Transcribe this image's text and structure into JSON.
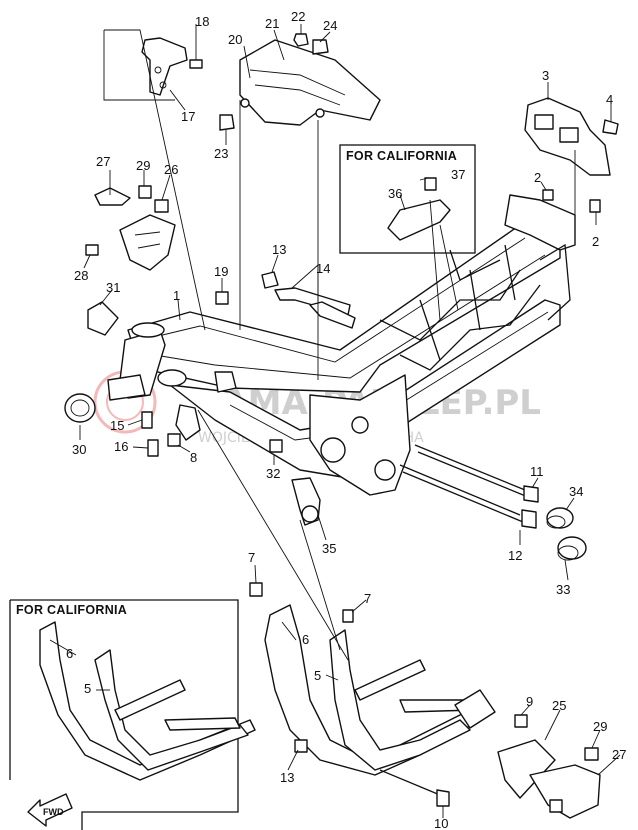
{
  "callouts": {
    "c1": "1",
    "c2a": "2",
    "c2b": "2",
    "c3": "3",
    "c4": "4",
    "c5a": "5",
    "c5b": "5",
    "c6a": "6",
    "c6b": "6",
    "c7a": "7",
    "c7b": "7",
    "c8": "8",
    "c9": "9",
    "c10": "10",
    "c11": "11",
    "c12": "12",
    "c13a": "13",
    "c13b": "13",
    "c14": "14",
    "c15": "15",
    "c16": "16",
    "c17": "17",
    "c18": "18",
    "c19": "19",
    "c20": "20",
    "c21": "21",
    "c22": "22",
    "c23": "23",
    "c24": "24",
    "c25": "25",
    "c26": "26",
    "c27a": "27",
    "c27b": "27",
    "c28": "28",
    "c29a": "29",
    "c29b": "29",
    "c30": "30",
    "c31": "31",
    "c32": "32",
    "c33": "33",
    "c34": "34",
    "c35": "35",
    "c36": "36",
    "c37": "37"
  },
  "boxes": {
    "california_top": "FOR CALIFORNIA",
    "california_bottom": "FOR CALIFORNIA"
  },
  "fwd_label": "FWD",
  "watermark": {
    "main": "YAMA-PARTLEP.PL",
    "sub": "WOJCIECH MIC    DEALER YAMAHA"
  }
}
